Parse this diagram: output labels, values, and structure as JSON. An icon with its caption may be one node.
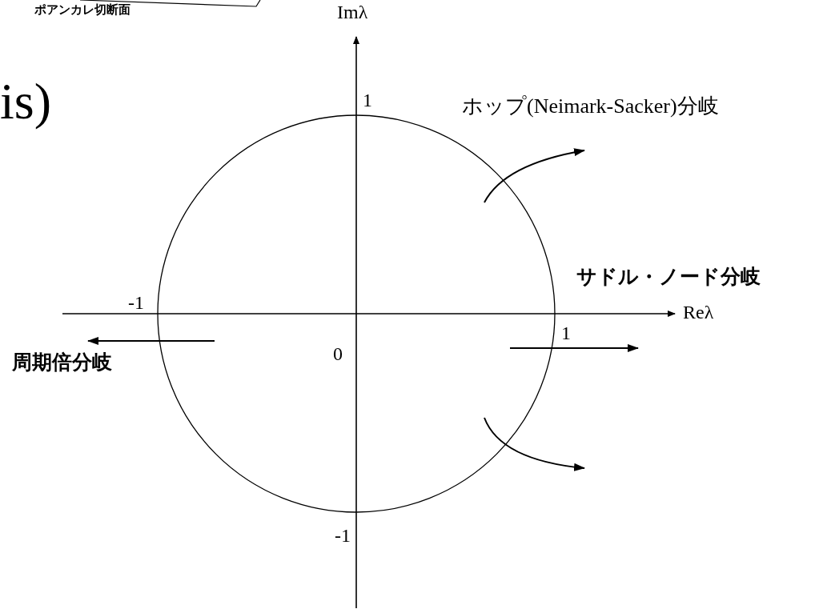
{
  "diagram": {
    "labels": [
      "ポアンカレ切断面",
      "Imλ",
      "is)",
      "1",
      "ホップ(Neimark-Sacker)分岐",
      "サドル・ノード分岐",
      "-1",
      "Reλ",
      "0",
      "1",
      "周期倍分岐",
      "-1"
    ]
  }
}
